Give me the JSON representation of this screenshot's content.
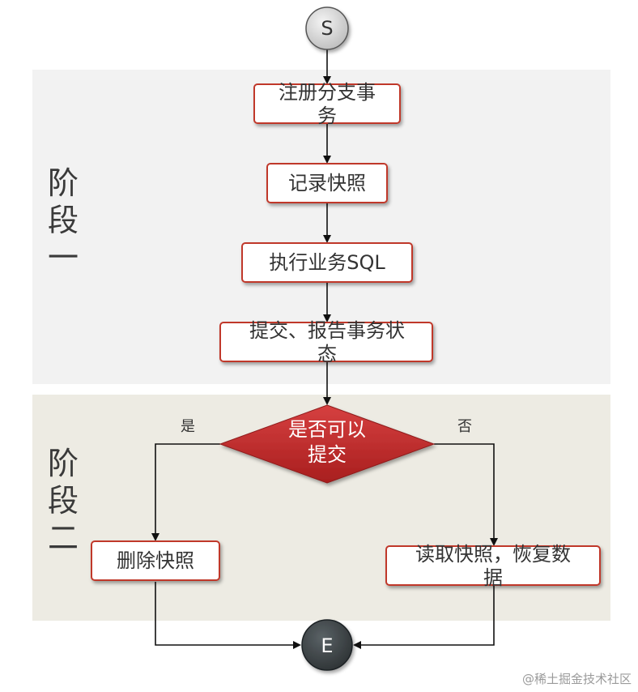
{
  "phases": [
    {
      "label": "阶段一"
    },
    {
      "label": "阶段二"
    }
  ],
  "nodes": {
    "start": "S",
    "register": [
      "注册分支事",
      "务"
    ],
    "snapshot": "记录快照",
    "execute": "执行业务SQL",
    "commit_report": [
      "提交、报告事务状",
      "态"
    ],
    "decision": [
      "是否可以",
      "提交"
    ],
    "delete_snapshot": "删除快照",
    "restore": [
      "读取快照，恢复数",
      "据"
    ],
    "end": "E"
  },
  "edges": {
    "yes": "是",
    "no": "否"
  },
  "watermark": "@稀土掘金技术社区",
  "colors": {
    "box_border": "#c0392b",
    "diamond_fill": "#c62828",
    "start_fill": "#d9d9d9",
    "end_fill": "#3d4346"
  }
}
